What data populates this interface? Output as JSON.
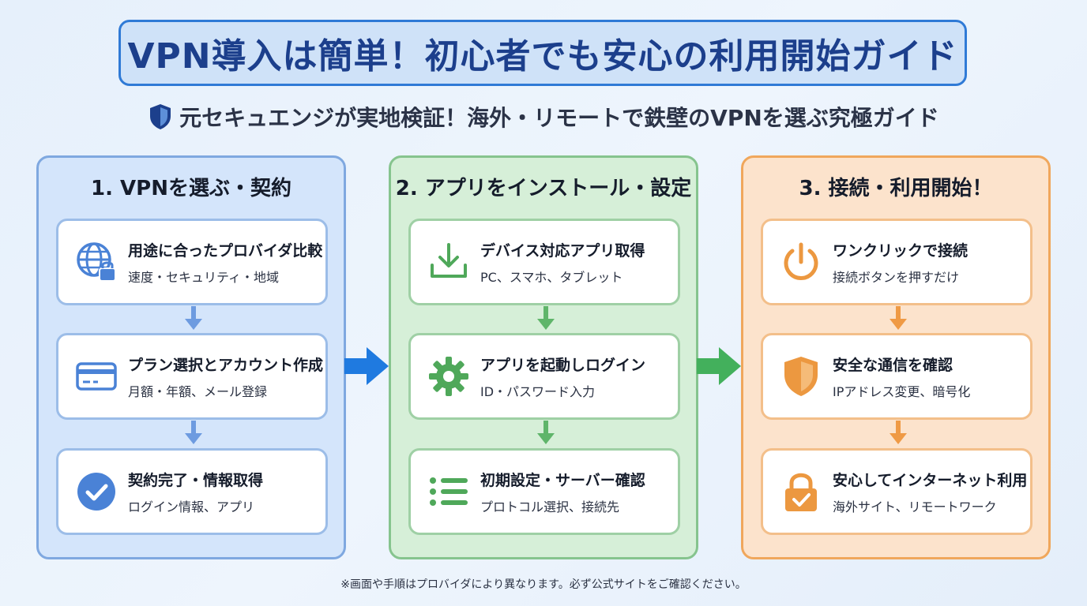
{
  "title": "VPN導入は簡単！初心者でも安心の利用開始ガイド",
  "subtitle": {
    "icon": "shield-icon",
    "text": "元セキュエンジが実地検証！海外・リモートで鉄壁のVPNを選ぶ究極ガイド"
  },
  "colors": {
    "title_blue": "#1c3f8c",
    "step1_accent": "#4a82d6",
    "step2_accent": "#4fa85a",
    "step3_accent": "#ec9840",
    "arrow_blue": "#1f7ae0",
    "arrow_green": "#43b05c"
  },
  "steps": [
    {
      "header": "1. VPNを選ぶ・契約",
      "cards": [
        {
          "icon": "globe-lock-icon",
          "title": "用途に合ったプロバイダ比較",
          "subtitle": "速度・セキュリティ・地域"
        },
        {
          "icon": "credit-card-icon",
          "title": "プラン選択とアカウント作成",
          "subtitle": "月額・年額、メール登録"
        },
        {
          "icon": "check-circle-icon",
          "title": "契約完了・情報取得",
          "subtitle": "ログイン情報、アプリ"
        }
      ]
    },
    {
      "header": "2. アプリをインストール・設定",
      "cards": [
        {
          "icon": "download-icon",
          "title": "デバイス対応アプリ取得",
          "subtitle": "PC、スマホ、タブレット"
        },
        {
          "icon": "gear-icon",
          "title": "アプリを起動しログイン",
          "subtitle": "ID・パスワード入力"
        },
        {
          "icon": "list-icon",
          "title": "初期設定・サーバー確認",
          "subtitle": "プロトコル選択、接続先"
        }
      ]
    },
    {
      "header": "3. 接続・利用開始！",
      "cards": [
        {
          "icon": "power-icon",
          "title": "ワンクリックで接続",
          "subtitle": "接続ボタンを押すだけ"
        },
        {
          "icon": "shield-icon",
          "title": "安全な通信を確認",
          "subtitle": "IPアドレス変更、暗号化"
        },
        {
          "icon": "padlock-icon",
          "title": "安心してインターネット利用",
          "subtitle": "海外サイト、リモートワーク"
        }
      ]
    }
  ],
  "footnote": "※画面や手順はプロバイダにより異なります。必ず公式サイトをご確認ください。"
}
